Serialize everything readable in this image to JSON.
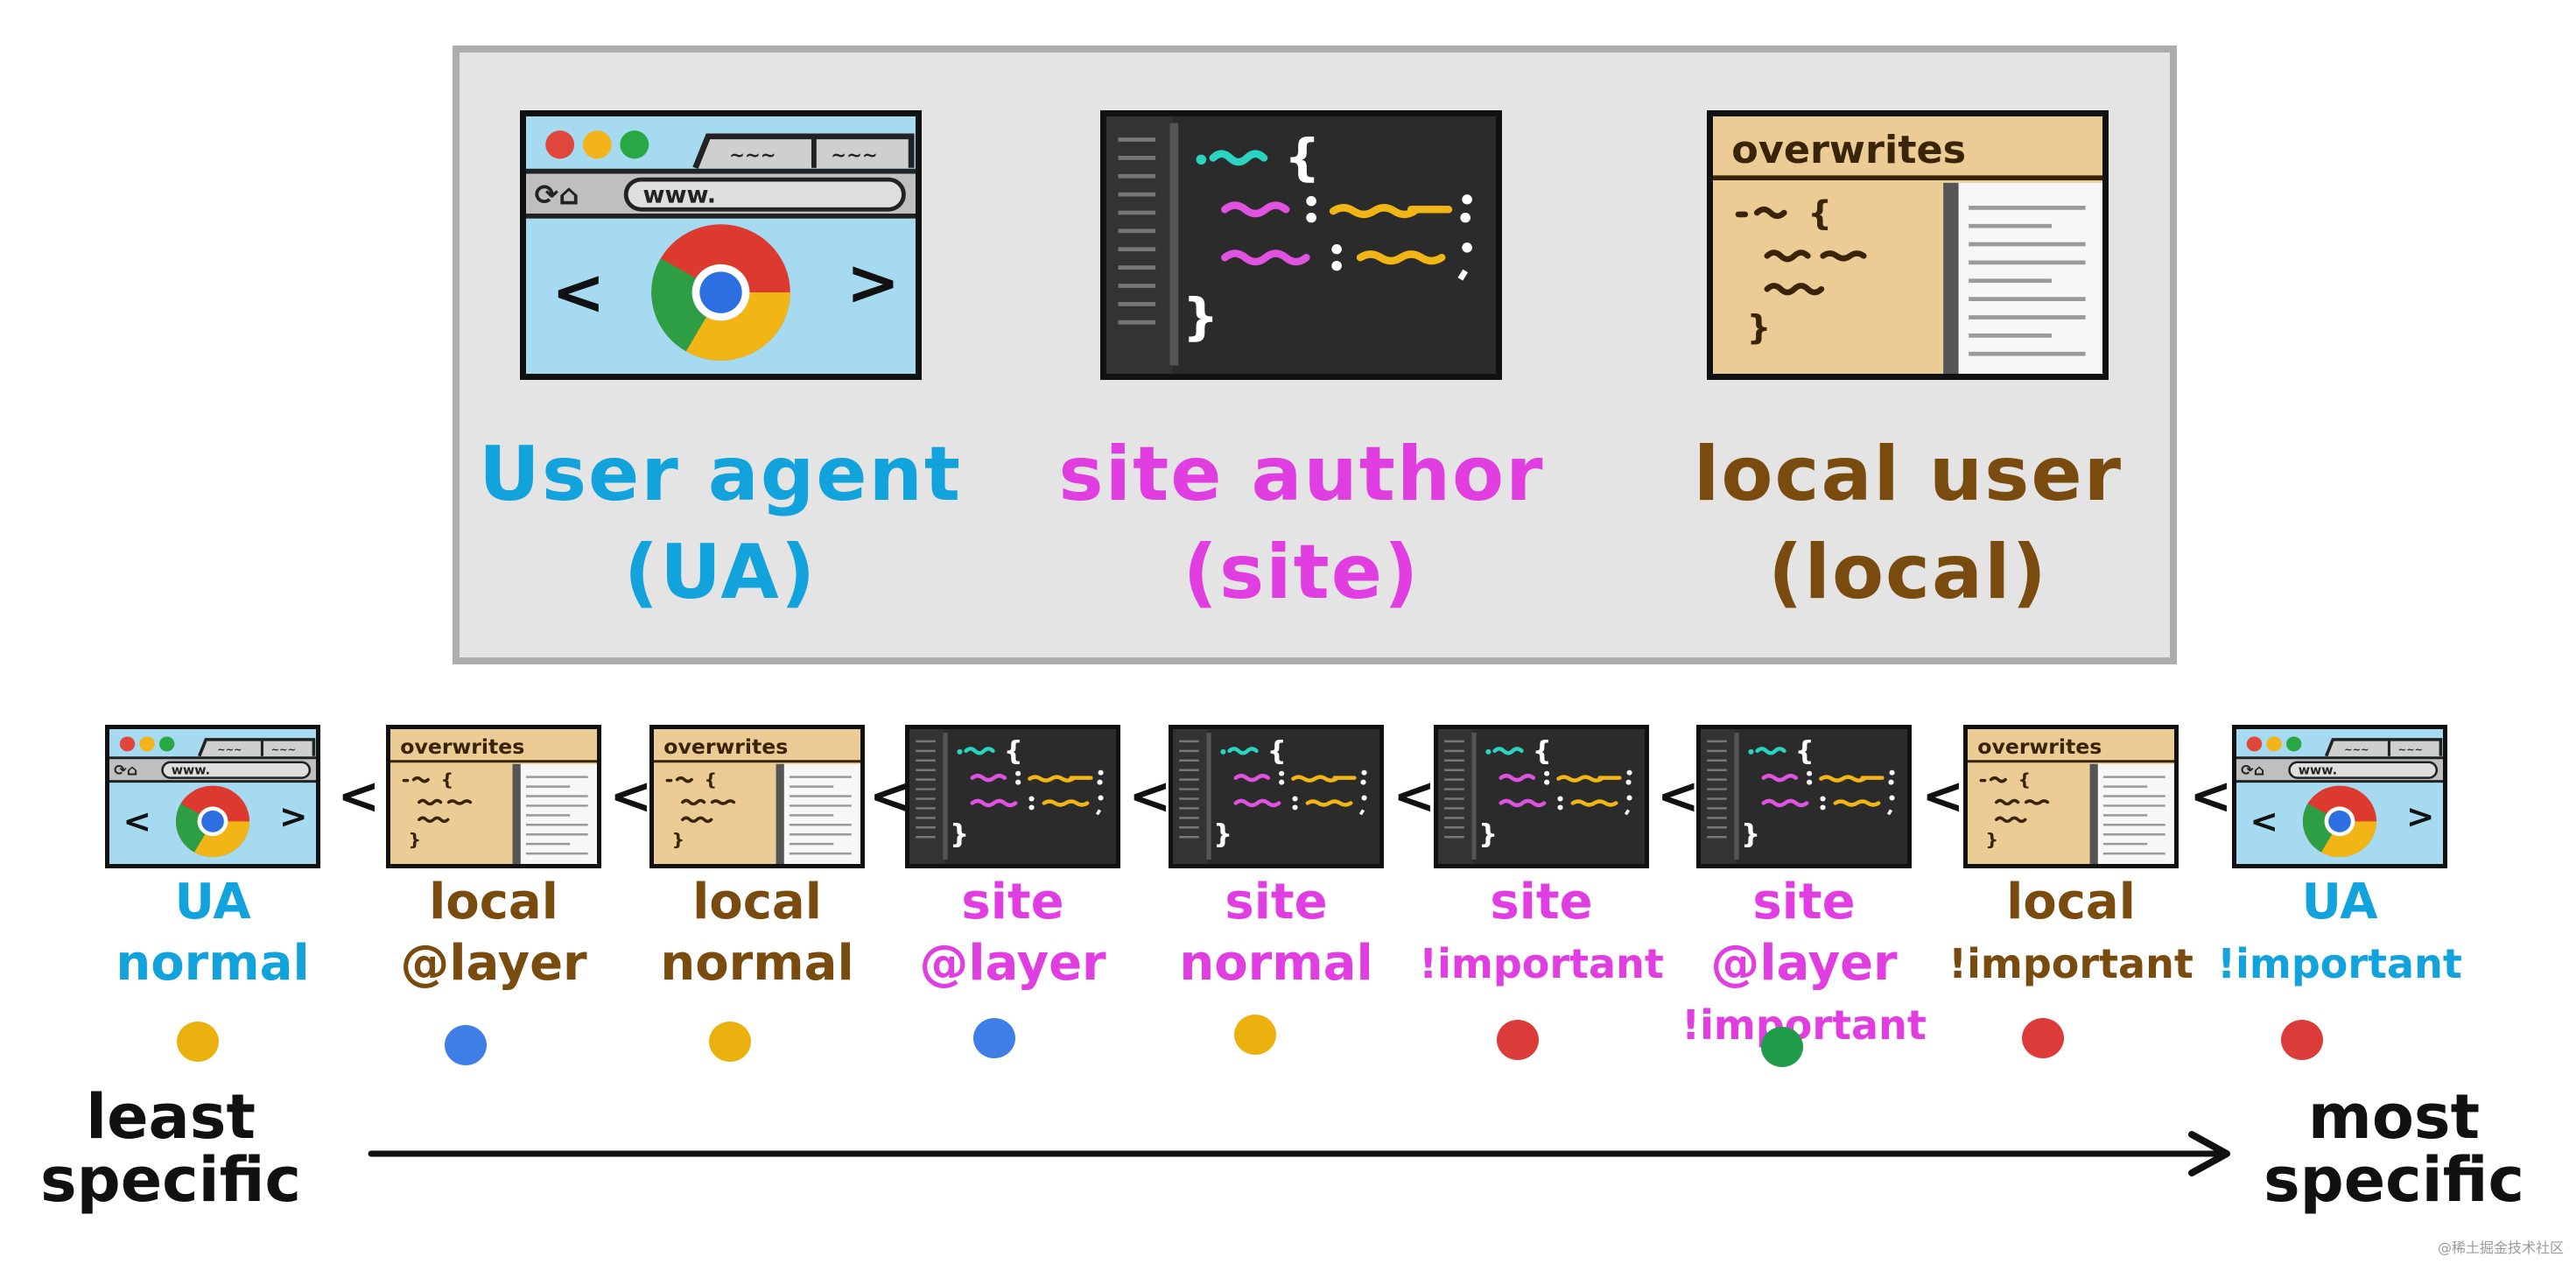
{
  "origins": [
    {
      "id": "ua",
      "line1": "User agent",
      "line2": "(UA)",
      "icon": "browser-window-icon"
    },
    {
      "id": "site",
      "line1": "site author",
      "line2": "(site)",
      "icon": "code-editor-icon"
    },
    {
      "id": "local",
      "line1": "local user",
      "line2": "(local)",
      "icon": "overwrites-stylesheet-icon",
      "header": "overwrites"
    }
  ],
  "url_text": "www.",
  "tab_text": "~~~",
  "separator_symbol": "<",
  "cascade": [
    {
      "type": "ua",
      "line1": "UA",
      "line2": "normal",
      "line3": "",
      "dot": "#eab10f"
    },
    {
      "type": "local",
      "line1": "local",
      "line2": "@layer",
      "line3": "",
      "dot": "#3e7ee6"
    },
    {
      "type": "local",
      "line1": "local",
      "line2": "normal",
      "line3": "",
      "dot": "#eab10f"
    },
    {
      "type": "site",
      "line1": "site",
      "line2": "@layer",
      "line3": "",
      "dot": "#3e7ee6"
    },
    {
      "type": "site",
      "line1": "site",
      "line2": "normal",
      "line3": "",
      "dot": "#eab10f"
    },
    {
      "type": "site",
      "line1": "site",
      "line2": "!important",
      "line3": "",
      "dot": "#dd3a3a"
    },
    {
      "type": "site",
      "line1": "site",
      "line2": "@layer",
      "line3": "!important",
      "dot": "#1f9c48"
    },
    {
      "type": "local",
      "line1": "local",
      "line2": "!important",
      "line3": "",
      "dot": "#dd3a3a"
    },
    {
      "type": "ua",
      "line1": "UA",
      "line2": "!important",
      "line3": "",
      "dot": "#dd3a3a"
    }
  ],
  "axis": {
    "start_line1": "least",
    "start_line2": "specific",
    "end_line1": "most",
    "end_line2": "specific"
  },
  "colors": {
    "ua": "#12a2dc",
    "site": "#e03ee0",
    "local": "#7a4b0e",
    "panel": "#e4e4e4",
    "panel_border": "#adadad"
  },
  "watermark": "@稀土掘金技术社区"
}
